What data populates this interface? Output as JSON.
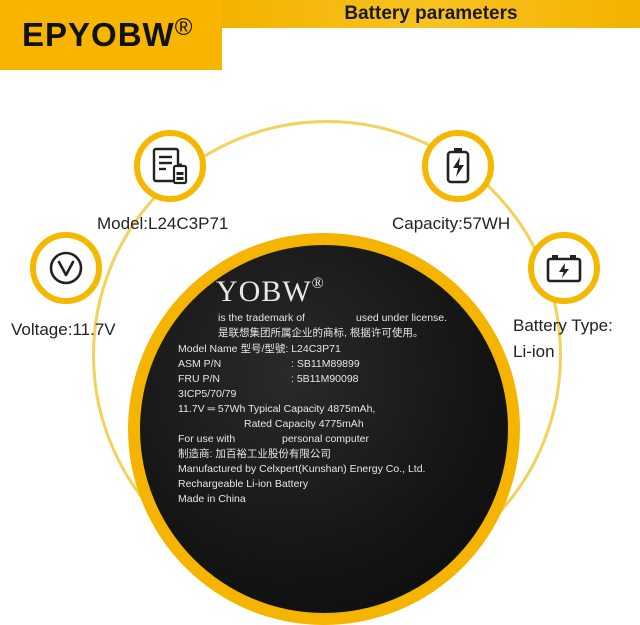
{
  "brand": {
    "name": "EPYOBW",
    "reg_mark": "®"
  },
  "header": {
    "title": "Battery parameters"
  },
  "features": {
    "model": "Model:L24C3P71",
    "capacity": "Capacity:57WH",
    "voltage": "Voltage:11.7V",
    "battery_type_line1": "Battery Type:",
    "battery_type_line2": "Li-ion"
  },
  "label": {
    "logo": "YOBW",
    "logo_reg": "®",
    "trademark_left": "is the trademark of",
    "trademark_right": "used under license.",
    "chinese_trademark": "是联想集团所属企业的商标, 根据许可使用。",
    "model_name": "Model Name  型号/型號: L24C3P71",
    "asm_key": "ASM P/N",
    "asm_val": ": SB11M89899",
    "fru_key": "FRU P/N",
    "fru_val": ": 5B11M90098",
    "cells": "3ICP5/70/79",
    "typical": "11.7V ═ 57Wh Typical Capacity 4875mAh,",
    "rated": "Rated Capacity 4775mAh",
    "for_use_with": "For use with",
    "personal_computer": "personal computer",
    "manufacturer_cn": "制造商: 加百裕工业股份有限公司",
    "manufactured_by": "Manufactured by Celxpert(Kunshan) Energy Co., Ltd.",
    "rechargeable": "Rechargeable Li-ion Battery",
    "made_in": "Made in China"
  },
  "icons": [
    "spec-sheet-icon",
    "battery-charge-icon",
    "voltage-icon",
    "car-battery-icon"
  ],
  "colors": {
    "accent": "#f5b400",
    "arc": "#f4d15a",
    "label_bg": "#141414"
  }
}
